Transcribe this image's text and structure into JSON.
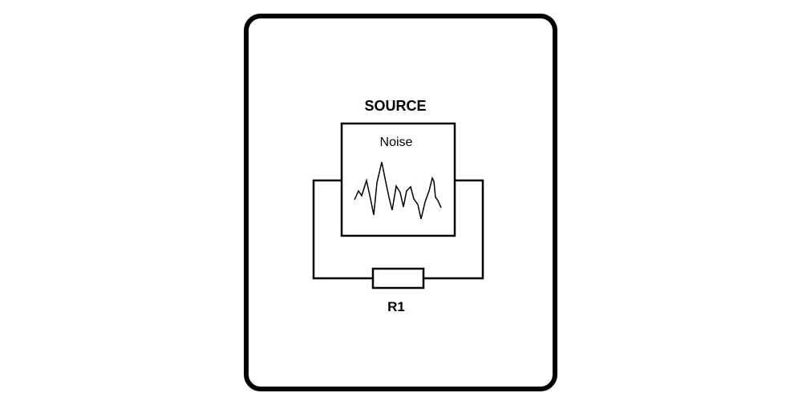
{
  "diagram": {
    "source_label": "SOURCE",
    "noise_label": "Noise",
    "resistor_label": "R1"
  },
  "colors": {
    "stroke": "#000000",
    "background": "#ffffff"
  },
  "icons": {
    "noise_waveform": "noise-waveform-icon",
    "resistor": "resistor-icon"
  }
}
